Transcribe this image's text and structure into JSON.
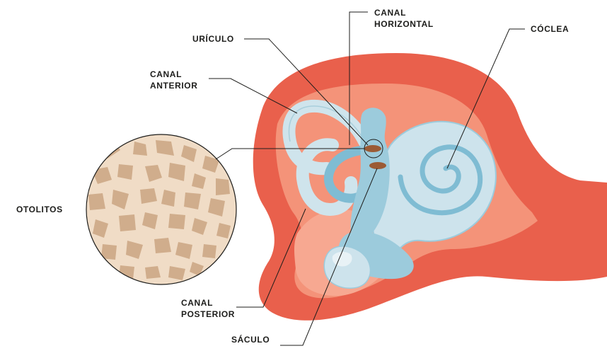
{
  "labels": {
    "canal_horizontal": [
      "CANAL",
      "HORIZONTAL"
    ],
    "utriculo": "URÍCULO",
    "coclea": "CÓCLEA",
    "canal_anterior": [
      "CANAL",
      "ANTERIOR"
    ],
    "otolitos": "OTOLITOS",
    "canal_posterior": [
      "CANAL",
      "POSTERIOR"
    ],
    "saculo": "SÁCULO"
  },
  "colors": {
    "outer_tissue": "#e9604c",
    "inner_tissue": "#f49379",
    "inner_tissue_light": "#f7a891",
    "canal_light": "#cfe4ec",
    "canal_mid": "#9ccbdc",
    "canal_dark": "#7fbcd3",
    "cochlea_body": "#cde3ec",
    "otolith_bg": "#f0dcc6",
    "otolith_shape": "#d0ad8c",
    "otolith_crystal": "#9b5b35",
    "leader_line": "#1d1d1b",
    "text": "#1d1d1b"
  }
}
